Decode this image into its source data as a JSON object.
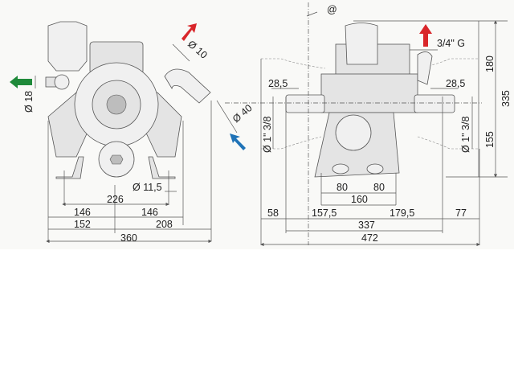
{
  "front_view": {
    "dimensions": {
      "outlet_diameter": "Ø 10",
      "inlet_diameter": "Ø 40",
      "bypass_diameter": "Ø 18",
      "hole_diameter": "Ø 11,5",
      "foot_span": "226",
      "left_half": "146",
      "right_half": "146",
      "left_offset": "152",
      "right_offset": "208",
      "overall_width": "360"
    },
    "arrows": {
      "outlet_color": "#d9262a",
      "inlet_color": "#1f73b7",
      "bypass_color": "#1f8a3a"
    }
  },
  "side_view": {
    "dimensions": {
      "reference_mark": "@",
      "outlet_thread": "3/4\" G",
      "shaft_left_length": "28,5",
      "shaft_right_length": "28,5",
      "shaft_left_diameter": "Ø 1\" 3/8",
      "shaft_right_diameter": "Ø 1\" 3/8",
      "height_upper": "180",
      "height_total": "335",
      "height_shaft": "155",
      "base_left": "80",
      "base_right": "80",
      "base_span": "160",
      "left_ext": "58",
      "left_to_center": "157,5",
      "right_to_center": "179,5",
      "right_ext": "77",
      "body_width": "337",
      "overall_width": "472"
    },
    "arrows": {
      "outlet_color": "#d9262a"
    }
  }
}
